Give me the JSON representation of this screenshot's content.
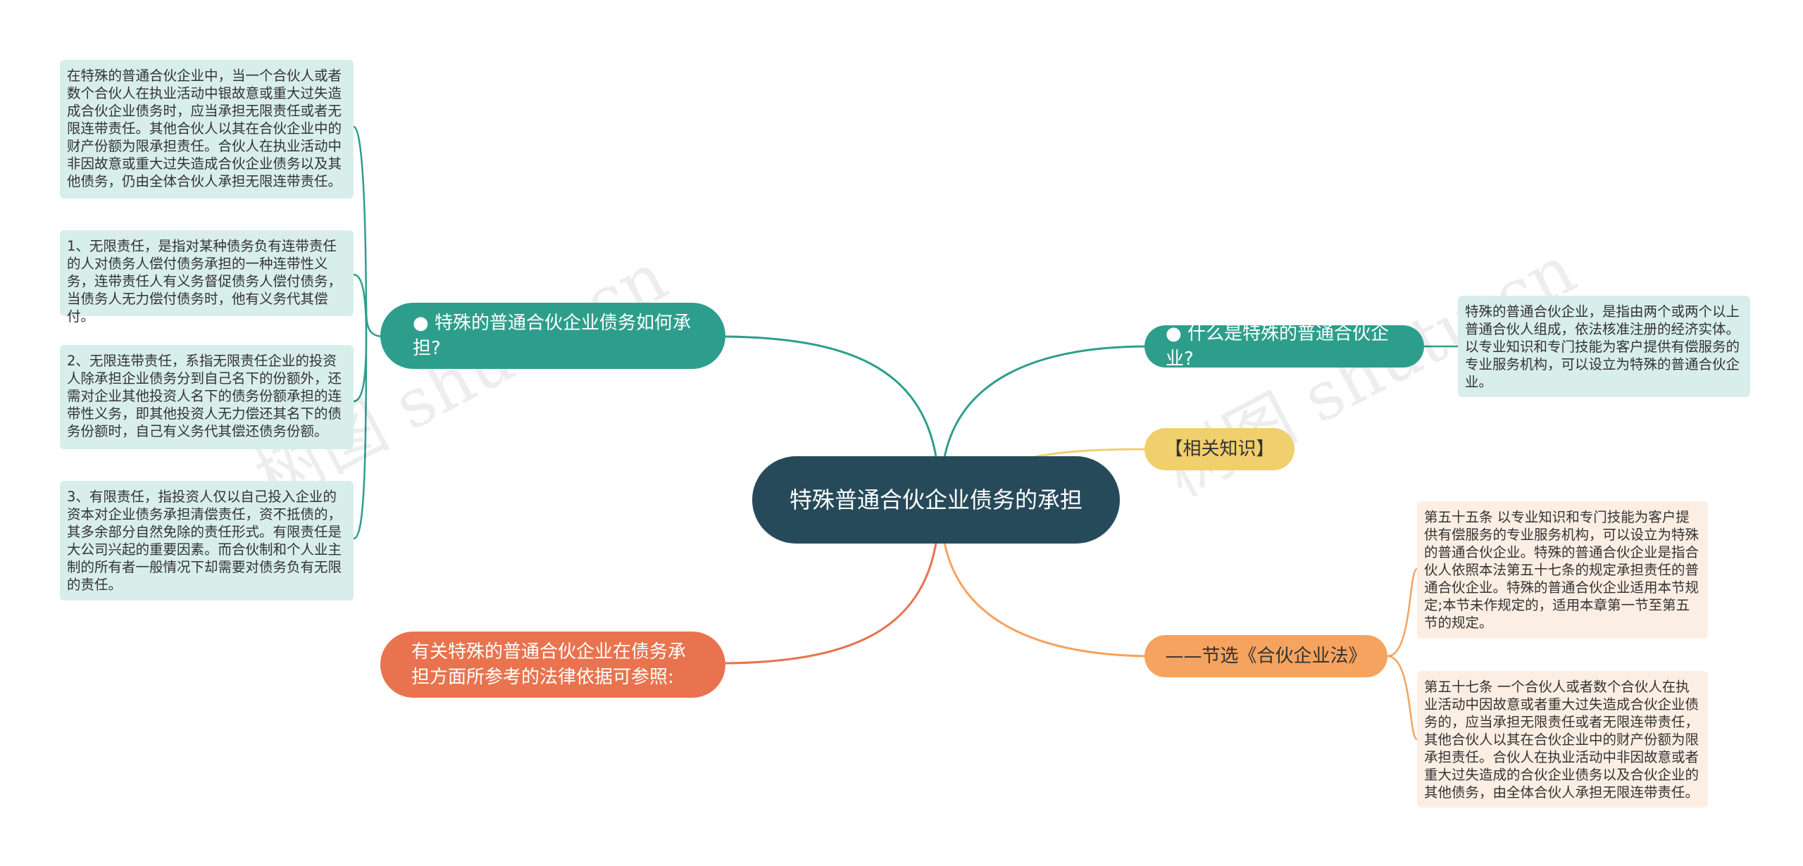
{
  "root": {
    "label": "特殊普通合伙企业债务的承担"
  },
  "branches": {
    "how": {
      "label": "● 特殊的普通合伙企业债务如何承担?"
    },
    "what": {
      "label": "● 什么是特殊的普通合伙企业?"
    },
    "related": {
      "label": "【相关知识】"
    },
    "law": {
      "label": "——节选《合伙企业法》"
    },
    "basis": {
      "label": "有关特殊的普通合伙企业在债务承担方面所参考的法律依据可参照:"
    }
  },
  "notes": {
    "how_1": "在特殊的普通合伙企业中，当一个合伙人或者数个合伙人在执业活动中银故意或重大过失造成合伙企业债务时，应当承担无限责任或者无限连带责任。其他合伙人以其在合伙企业中的财产份额为限承担责任。合伙人在执业活动中非因故意或重大过失造成合伙企业债务以及其他债务，仍由全体合伙人承担无限连带责任。",
    "how_2": "1、无限责任，是指对某种债务负有连带责任的人对债务人偿付债务承担的一种连带性义务，连带责任人有义务督促债务人偿付债务，当债务人无力偿付债务时，他有义务代其偿付。",
    "how_3": "2、无限连带责任，系指无限责任企业的投资人除承担企业债务分到自己名下的份额外，还需对企业其他投资人名下的债务份额承担的连带性义务，即其他投资人无力偿还其名下的债务份额时，自己有义务代其偿还债务份额。",
    "how_4": "3、有限责任，指投资人仅以自己投入企业的资本对企业债务承担清偿责任，资不抵债的，其多余部分自然免除的责任形式。有限责任是大公司兴起的重要因素。而合伙制和个人业主制的所有者一般情况下却需要对债务负有无限的责任。",
    "what_1": "特殊的普通合伙企业，是指由两个或两个以上普通合伙人组成，依法核准注册的经济实体。以专业知识和专门技能为客户提供有偿服务的专业服务机构，可以设立为特殊的普通合伙企业。",
    "law_1": "第五十五条 以专业知识和专门技能为客户提供有偿服务的专业服务机构，可以设立为特殊的普通合伙企业。特殊的普通合伙企业是指合伙人依照本法第五十七条的规定承担责任的普通合伙企业。特殊的普通合伙企业适用本节规定;本节未作规定的，适用本章第一节至第五节的规定。",
    "law_2": "第五十七条 一个合伙人或者数个合伙人在执业活动中因故意或者重大过失造成合伙企业债务的，应当承担无限责任或者无限连带责任，其他合伙人以其在合伙企业中的财产份额为限承担责任。合伙人在执业活动中非因故意或者重大过失造成的合伙企业债务以及合伙企业的其他债务，由全体合伙人承担无限连带责任。"
  },
  "watermark": "树图 shutu.cn",
  "colors": {
    "root": "#274a5a",
    "teal": "#2e9e8c",
    "red": "#e8734e",
    "yellow": "#f0cf6d",
    "orange": "#f5a35e",
    "note_teal": "#d8eeea",
    "note_orange": "#fdeee3"
  }
}
